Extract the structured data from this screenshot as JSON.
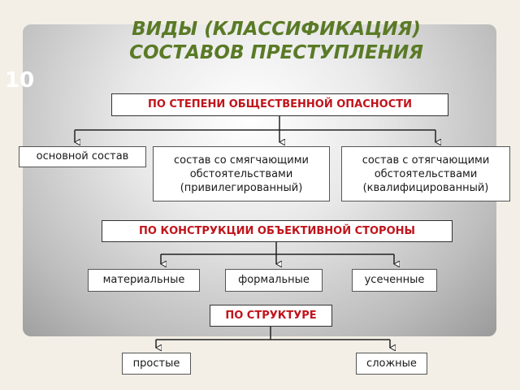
{
  "slide": {
    "number": "10",
    "title_line1": "ВИДЫ (КЛАССИФИКАЦИЯ)",
    "title_line2": "СОСТАВОВ ПРЕСТУПЛЕНИЯ"
  },
  "groups": {
    "danger": {
      "header": "ПО СТЕПЕНИ ОБЩЕСТВЕННОЙ ОПАСНОСТИ",
      "items": [
        {
          "text": "основной состав"
        },
        {
          "line1": "состав со смягчающими",
          "line2": "обстоятельствами",
          "line3": "(привилегированный)"
        },
        {
          "line1": "состав с отягчающими",
          "line2": "обстоятельствами",
          "line3": "(квалифицированный)"
        }
      ]
    },
    "construction": {
      "header": "ПО КОНСТРУКЦИИ ОБЪЕКТИВНОЙ СТОРОНЫ",
      "items": [
        {
          "text": "материальные"
        },
        {
          "text": "формальные"
        },
        {
          "text": "усеченные"
        }
      ]
    },
    "structure": {
      "header": "ПО СТРУКТУРЕ",
      "items": [
        {
          "text": "простые"
        },
        {
          "text": "сложные"
        }
      ]
    }
  },
  "colors": {
    "title": "#5a7a26",
    "header_text": "#c0141b",
    "connector": "#222222"
  }
}
